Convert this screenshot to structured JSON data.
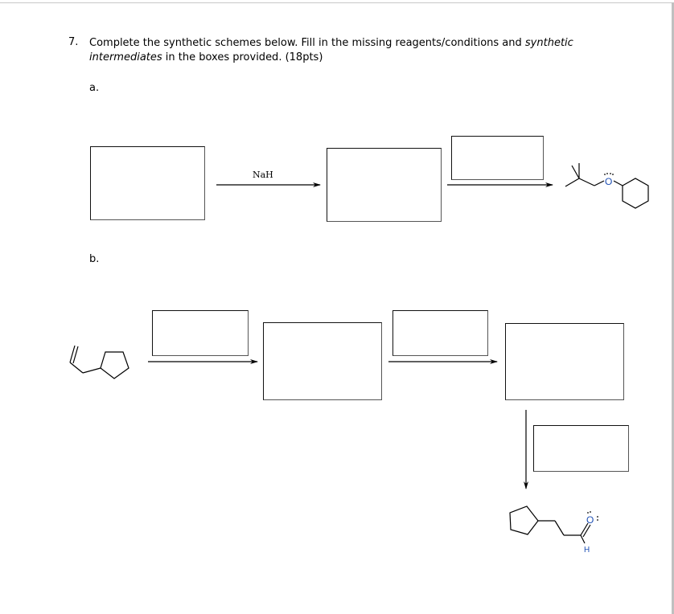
{
  "question": {
    "number": "7.",
    "text_part1": "Complete the synthetic schemes below.  Fill in the missing reagents/conditions and ",
    "text_italic1": "synthetic intermediates",
    "text_part2": " in the boxes provided. (18pts)"
  },
  "scheme_a": {
    "label": "a.",
    "step1_reagent": "NaH",
    "boxes": [
      "starting-material-box",
      "intermediate-box",
      "reagent-box"
    ],
    "product": {
      "description": "cyclohexyl neopentyl ether",
      "heteroatom_label": "O"
    }
  },
  "scheme_b": {
    "label": "b.",
    "starting_material": "allylcyclopentane",
    "boxes": [
      "reagent-box-1",
      "intermediate-box-1",
      "reagent-box-2",
      "intermediate-box-2",
      "reagent-box-3"
    ],
    "product": {
      "description": "3-cyclopentylpropanal",
      "heteroatom_label": "O",
      "hydrogen_label": "H"
    }
  },
  "colors": {
    "heteroatom": "#1e4fb4",
    "box_border": "#111111",
    "page_edge": "#c0c0c0"
  }
}
